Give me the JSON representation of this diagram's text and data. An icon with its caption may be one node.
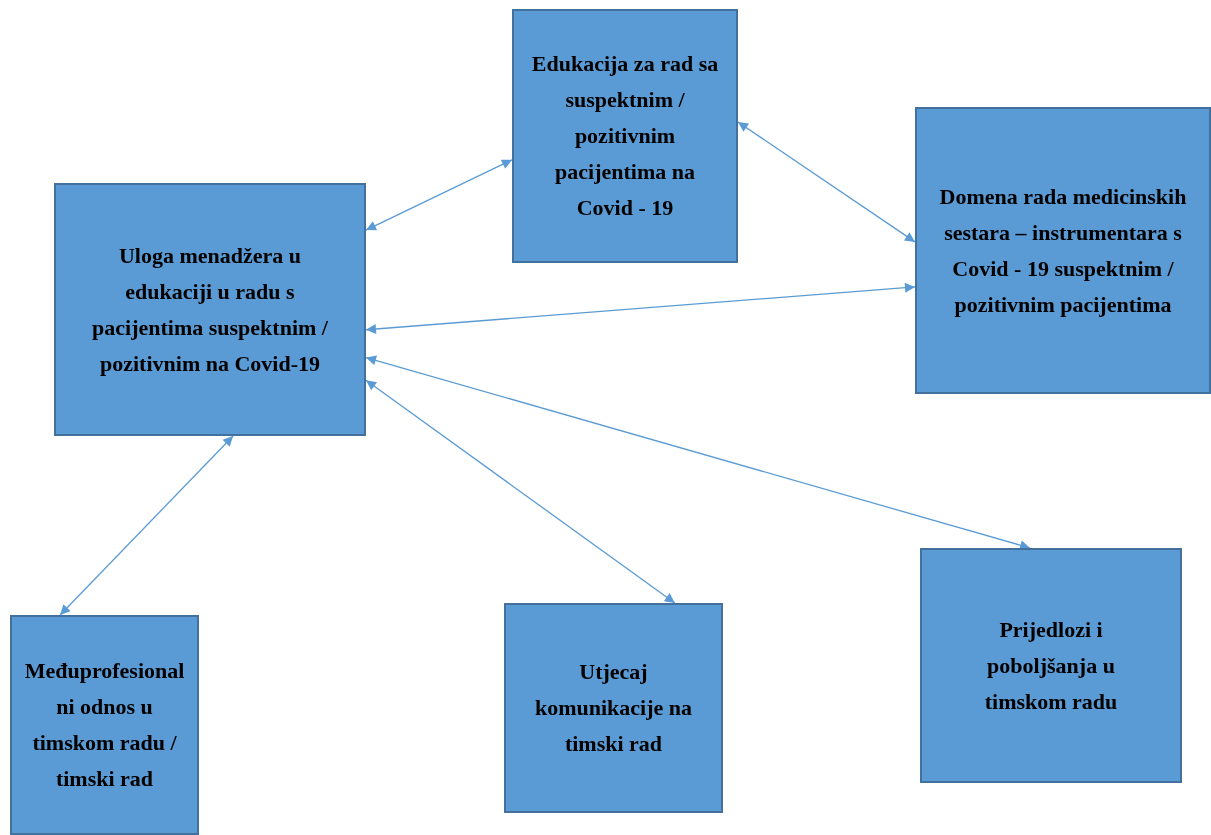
{
  "diagram": {
    "nodes": [
      {
        "text": [
          "Uloga menadžera u edukaciji u radu s pacijentima suspektnim / pozitivnim na Covid-19"
        ]
      },
      {
        "text": [
          "Edukacija za rad sa suspektnim / pozitivnim pacijentima na Covid - 19"
        ]
      },
      {
        "text": [
          "Domena rada medicinskih sestara – instrumentara s Covid - 19 suspektnim / pozitivnim pacijentima"
        ]
      },
      {
        "text": [
          "Međuprofesionalni odnos u timskom radu / timski rad"
        ]
      },
      {
        "text": [
          "Utjecaj komunikacije na timski rad"
        ]
      },
      {
        "text": [
          "Prijedlozi i poboljšanja u timskom radu"
        ]
      }
    ],
    "edges": [
      {
        "from": 0,
        "to": 1,
        "arrow": "both"
      },
      {
        "from": 1,
        "to": 2,
        "arrow": "both"
      },
      {
        "from": 0,
        "to": 2,
        "arrow": "both"
      },
      {
        "from": 0,
        "to": 5,
        "arrow": "both"
      },
      {
        "from": 0,
        "to": 4,
        "arrow": "both"
      },
      {
        "from": 0,
        "to": 3,
        "arrow": "both"
      }
    ]
  }
}
